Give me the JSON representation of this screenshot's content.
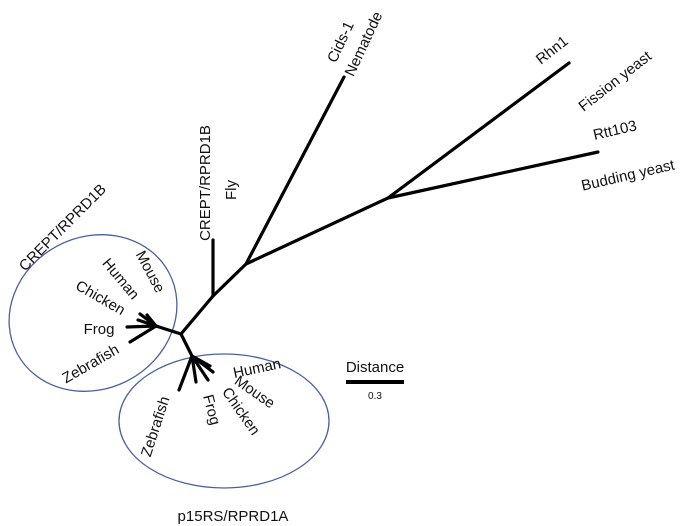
{
  "tree": {
    "leaves": {
      "cids1": "Cids-1",
      "nematode": "Nematode",
      "rhn1": "Rhn1",
      "fission_yeast": "Fission yeast",
      "rtt103": "Rtt103",
      "budding_yeast": "Budding yeast",
      "crept_fly": "CREPT/RPRD1B",
      "fly": "Fly",
      "b_mouse": "Mouse",
      "b_human": "Human",
      "b_chicken": "Chicken",
      "b_frog": "Frog",
      "b_zebrafish": "Zebrafish",
      "a_human": "Human",
      "a_mouse": "Mouse",
      "a_chicken": "Chicken",
      "a_frog": "Frog",
      "a_zebrafish": "Zebrafish"
    },
    "clades": {
      "rprd1b": "CREPT/RPRD1B",
      "rprd1a": "p15RS/RPRD1A"
    },
    "colors": {
      "branch": "#000000",
      "clade_outline": "#4a5fa0"
    }
  },
  "scale": {
    "title": "Distance",
    "value": "0.3"
  }
}
